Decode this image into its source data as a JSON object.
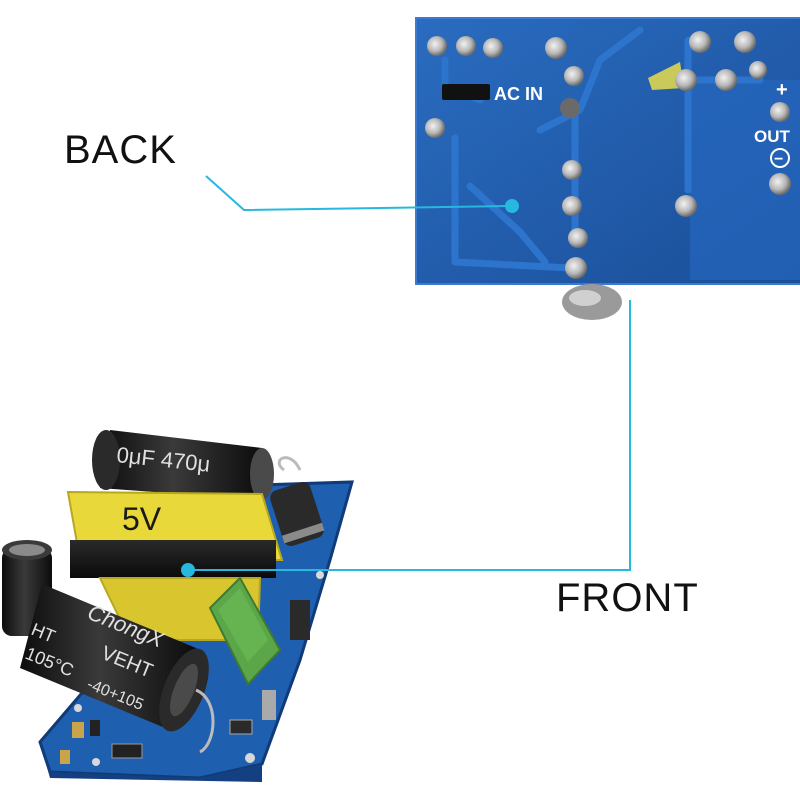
{
  "labels": {
    "back": "BACK",
    "front": "FRONT"
  },
  "back_board": {
    "silkscreen_in": "AC  IN",
    "silkscreen_out": "OUT",
    "silkscreen_plus": "+",
    "silkscreen_minus": "−"
  },
  "front_board": {
    "transformer_text": "5V",
    "capacitor_large_text": "0μF 470μ",
    "capacitor_small_brand": "ChongX",
    "capacitor_small_series": "VEHT",
    "capacitor_small_temp": "105°C",
    "capacitor_small_range": "-40+105",
    "capacitor_small_code": "HT"
  },
  "colors": {
    "pcb_blue": "#1f5fb0",
    "pcb_dark": "#17458a",
    "pointer_line": "#26b8de",
    "transformer_yellow": "#e8d83a",
    "capacitor_black": "#1c1c1c",
    "x_cap_green": "#5ca64a"
  }
}
